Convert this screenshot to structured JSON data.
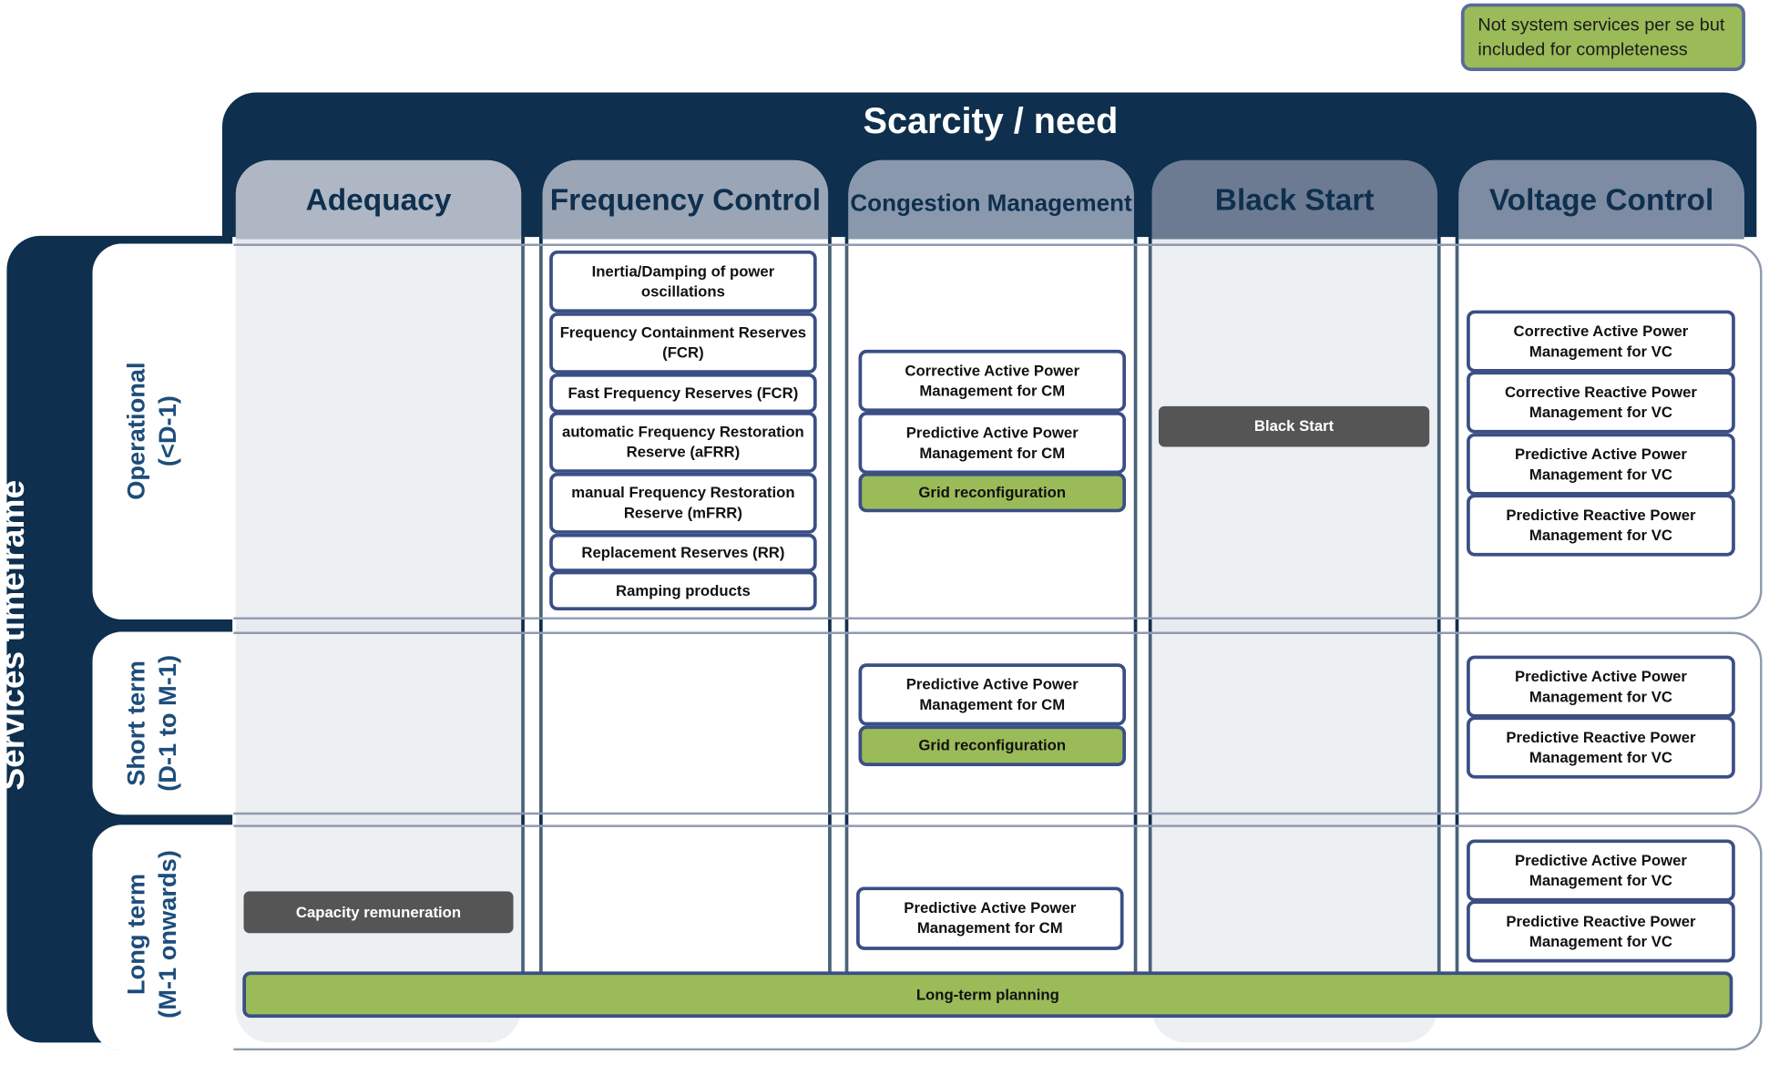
{
  "legend": {
    "text": "Not system services per se but included for completeness",
    "color": "#9bbb59"
  },
  "title": "Scarcity / need",
  "side_title": "Services timeframe",
  "columns": [
    {
      "label": "Adequacy"
    },
    {
      "label": "Frequency Control"
    },
    {
      "label": "Congestion Management"
    },
    {
      "label": "Black Start"
    },
    {
      "label": "Voltage Control"
    }
  ],
  "rows": [
    {
      "line1": "Operational",
      "line2": "(<D-1)"
    },
    {
      "line1": "Short term",
      "line2": "(D-1 to M-1)"
    },
    {
      "line1": "Long term",
      "line2": "(M-1 onwards)"
    }
  ],
  "services": {
    "operational": {
      "frequency_control": [
        "Inertia/Damping of power oscillations",
        "Frequency Containment Reserves (FCR)",
        "Fast Frequency Reserves (FCR)",
        "automatic Frequency Restoration Reserve (aFRR)",
        "manual Frequency Restoration Reserve (mFRR)",
        "Replacement Reserves (RR)",
        "Ramping products"
      ],
      "congestion_management": [
        "Corrective Active Power Management for CM",
        "Predictive Active Power Management for CM",
        "Grid reconfiguration"
      ],
      "black_start": [
        "Black Start"
      ],
      "voltage_control": [
        "Corrective Active Power Management for VC",
        "Corrective Reactive Power Management for VC",
        "Predictive Active Power Management for VC",
        "Predictive Reactive Power Management for VC"
      ]
    },
    "short_term": {
      "congestion_management": [
        "Predictive Active Power Management for CM",
        "Grid reconfiguration"
      ],
      "voltage_control": [
        "Predictive Active Power Management for VC",
        "Predictive Reactive Power Management for VC"
      ]
    },
    "long_term": {
      "adequacy": [
        "Capacity remuneration"
      ],
      "congestion_management": [
        "Predictive Active Power Management for CM"
      ],
      "voltage_control": [
        "Predictive Active Power Management for VC",
        "Predictive Reactive Power Management for VC"
      ],
      "all": [
        "Long-term planning"
      ]
    }
  }
}
